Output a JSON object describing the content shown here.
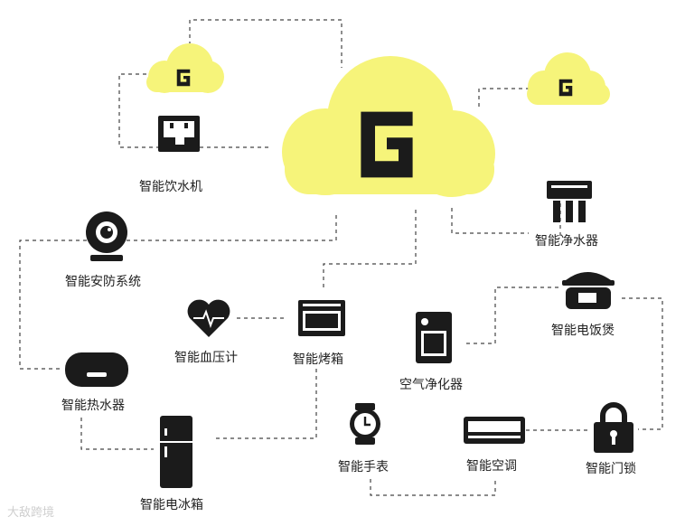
{
  "labels": {
    "water_dispenser": "智能饮水机",
    "water_purifier": "智能净水器",
    "security_system": "智能安防系统",
    "blood_pressure": "智能血压计",
    "oven": "智能烤箱",
    "rice_cooker": "智能电饭煲",
    "air_purifier": "空气净化器",
    "water_heater": "智能热水器",
    "fridge": "智能电冰箱",
    "watch": "智能手表",
    "air_conditioner": "智能空调",
    "door_lock": "智能门锁"
  },
  "watermark": "大敌跨境",
  "colors": {
    "cloud": "#f6f47a",
    "icon": "#1b1b1b",
    "line": "#444444"
  }
}
